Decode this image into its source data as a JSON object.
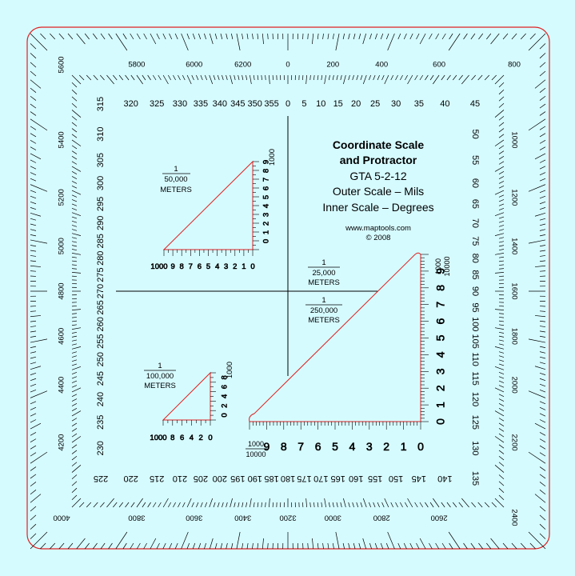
{
  "colors": {
    "background": "#d6fbff",
    "border": "#e02020",
    "ink": "#000000",
    "triangle": "#e02020"
  },
  "title": {
    "line1": "Coordinate Scale",
    "line2": "and Protractor",
    "code": "GTA 5-2-12",
    "outer_scale": "Outer Scale – Mils",
    "inner_scale": "Inner Scale – Degrees",
    "website": "www.maptools.com",
    "copyright": "© 2008"
  },
  "outer_mils": {
    "top": [
      "5600",
      "5800",
      "6000",
      "6200",
      "0",
      "200",
      "400",
      "600",
      "800"
    ],
    "right": [
      "1000",
      "1200",
      "1400",
      "1600",
      "1800",
      "2000",
      "2200",
      "2400"
    ],
    "bottom": [
      "4000",
      "3800",
      "3600",
      "3400",
      "3200",
      "3000",
      "2800",
      "2600"
    ],
    "left": [
      "5400",
      "5200",
      "5000",
      "4800",
      "4600",
      "4400",
      "4200"
    ]
  },
  "inner_degrees": {
    "top": [
      "315",
      "320",
      "325",
      "330",
      "335",
      "340",
      "345",
      "350",
      "355",
      "0",
      "5",
      "10",
      "15",
      "20",
      "25",
      "30",
      "35",
      "40",
      "45"
    ],
    "right": [
      "50",
      "55",
      "60",
      "65",
      "70",
      "75",
      "80",
      "85",
      "90",
      "95",
      "100",
      "105",
      "110",
      "115",
      "120",
      "125",
      "130",
      "135"
    ],
    "bottom": [
      "140",
      "145",
      "150",
      "155",
      "160",
      "165",
      "170",
      "175",
      "180",
      "185",
      "190",
      "195",
      "200",
      "205",
      "210",
      "215",
      "220",
      "225"
    ],
    "left": [
      "310",
      "305",
      "300",
      "295",
      "290",
      "285",
      "280",
      "275",
      "270",
      "265",
      "260",
      "255",
      "250",
      "245",
      "240",
      "235",
      "230"
    ]
  },
  "scales": {
    "s50k": {
      "fraction_top": "1",
      "denominator": "50,000",
      "unit": "METERS",
      "max_label": "1000",
      "bottom_ticks": [
        "1000",
        "9",
        "8",
        "7",
        "6",
        "5",
        "4",
        "3",
        "2",
        "1",
        "0"
      ],
      "side_ticks": [
        "0",
        "1",
        "2",
        "3",
        "4",
        "5",
        "6",
        "7",
        "8",
        "9"
      ]
    },
    "s100k": {
      "fraction_top": "1",
      "denominator": "100,000",
      "unit": "METERS",
      "max_label": "1000",
      "bottom_ticks": [
        "1000",
        "8",
        "6",
        "4",
        "2",
        "0"
      ],
      "side_ticks": [
        "0",
        "2",
        "4",
        "6",
        "8"
      ]
    },
    "s25k": {
      "fraction_top": "1",
      "denominator": "25,000",
      "unit": "METERS",
      "max_label_top": "1000",
      "max_label_bottom": "10000",
      "bottom_ticks": [
        "9",
        "8",
        "7",
        "6",
        "5",
        "4",
        "3",
        "2",
        "1",
        "0"
      ],
      "bottom_left_top": "1000",
      "bottom_left_bottom": "10000",
      "side_ticks": [
        "0",
        "1",
        "2",
        "3",
        "4",
        "5",
        "6",
        "7",
        "8",
        "9"
      ]
    },
    "s250k": {
      "fraction_top": "1",
      "denominator": "250,000",
      "unit": "METERS"
    }
  }
}
